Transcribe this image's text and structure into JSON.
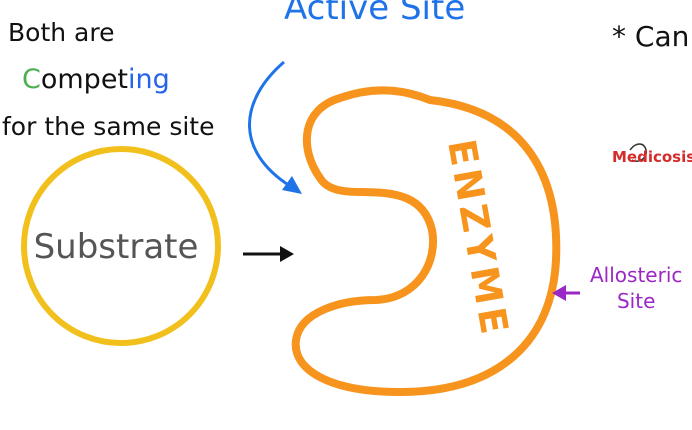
{
  "notes": {
    "line1": "Both are",
    "competing_first": "C",
    "competing_mid": "ompet",
    "competing_rest": "ing",
    "line3": "for the same site"
  },
  "labels": {
    "active_site": "Active Site",
    "substrate": "Substrate",
    "enzyme": "ENZYME",
    "allosteric_line1": "Allosteric",
    "allosteric_line2": "Site",
    "cam": "* Can",
    "logo": "Medicosis"
  },
  "colors": {
    "substrate_ring": "#f2c01d",
    "enzyme_outline": "#f7941d",
    "enzyme_text": "#f7941d",
    "active_arrow": "#1e73e8",
    "allosteric": "#9b27c6",
    "text": "#111111"
  }
}
